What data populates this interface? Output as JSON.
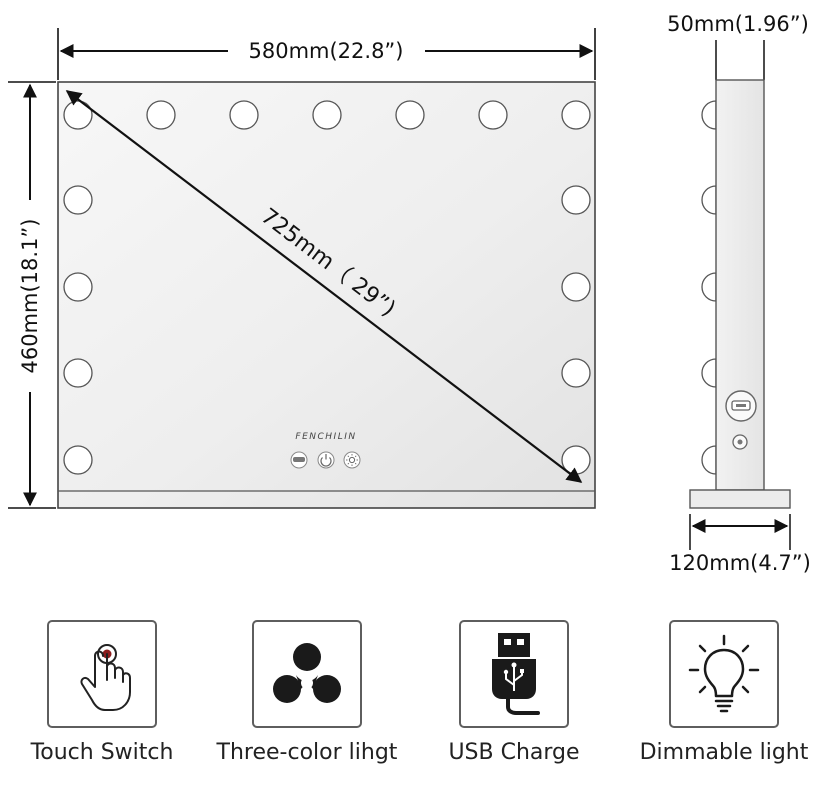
{
  "dimensions": {
    "width_label": "580mm(22.8”)",
    "height_label": "460mm(18.1”)",
    "diagonal_label": "725mm（ 29”)",
    "depth_label": "50mm(1.96”)",
    "base_label": "120mm(4.7”)"
  },
  "brand": "FENCHILIN",
  "features": [
    {
      "label": "Touch Switch",
      "icon": "touch-icon"
    },
    {
      "label": "Three-color lihgt",
      "icon": "three-color-icon"
    },
    {
      "label": "USB Charge",
      "icon": "usb-icon"
    },
    {
      "label": "Dimmable light",
      "icon": "bulb-icon"
    }
  ]
}
